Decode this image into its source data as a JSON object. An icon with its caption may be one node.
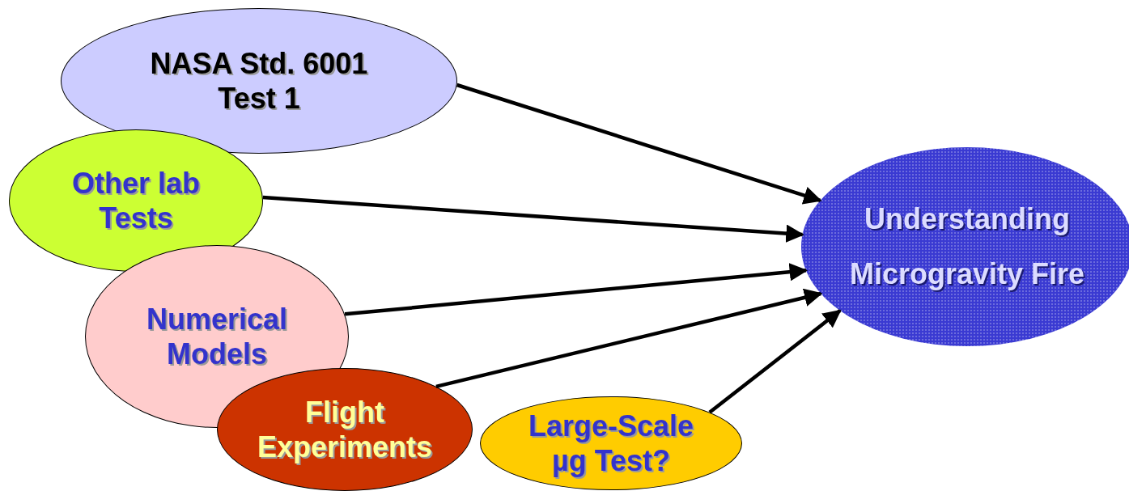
{
  "diagram": {
    "nodes": [
      {
        "text": [
          "NASA Std. 6001 Test 1"
        ]
      },
      {
        "text": [
          "Other lab Tests"
        ]
      },
      {
        "text": [
          "Numerical Models"
        ]
      },
      {
        "text": [
          "Flight Experiments"
        ]
      },
      {
        "text": [
          "Large-Scale µg Test?"
        ]
      },
      {
        "text": [
          "Understanding Microgravity Fire"
        ]
      }
    ],
    "edges": [
      {
        "from": 0,
        "to": 5,
        "arrow": "to"
      },
      {
        "from": 1,
        "to": 5,
        "arrow": "to"
      },
      {
        "from": 2,
        "to": 5,
        "arrow": "to"
      },
      {
        "from": 3,
        "to": 5,
        "arrow": "to"
      },
      {
        "from": 4,
        "to": 5,
        "arrow": "to"
      }
    ]
  }
}
